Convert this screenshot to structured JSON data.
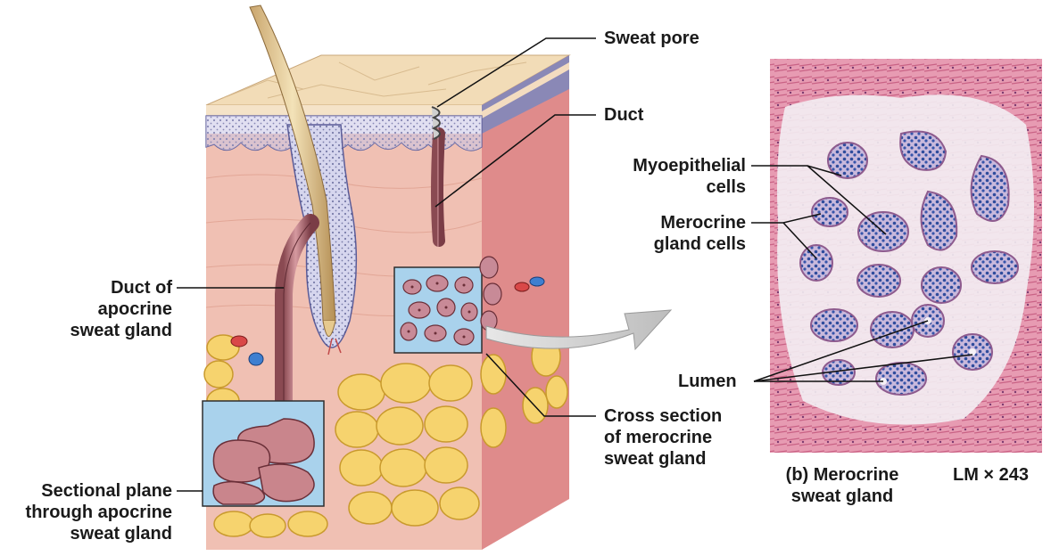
{
  "labels": {
    "sweat_pore": "Sweat pore",
    "duct": "Duct",
    "myoepithelial_cells": [
      "Myoepithelial",
      "cells"
    ],
    "merocrine_gland_cells": [
      "Merocrine",
      "gland cells"
    ],
    "duct_of_apocrine": [
      "Duct of",
      "apocrine",
      "sweat gland"
    ],
    "lumen": "Lumen",
    "cross_section": [
      "Cross section",
      "of merocrine",
      "sweat gland"
    ],
    "sectional_plane": [
      "Sectional plane",
      "through apocrine",
      "sweat gland"
    ]
  },
  "caption": {
    "panel": [
      "(b) Merocrine",
      "sweat gland"
    ],
    "magnification": "LM × 243"
  }
}
